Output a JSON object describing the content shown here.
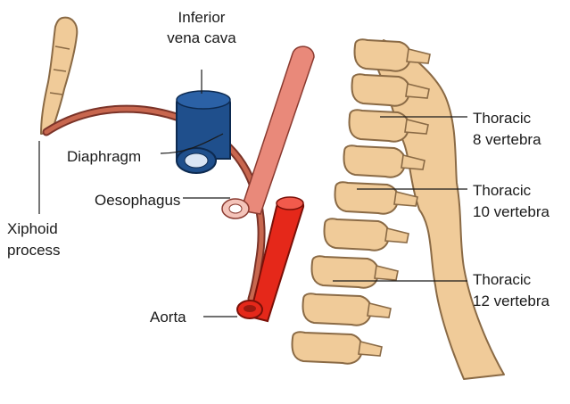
{
  "labels": {
    "inferior_vena_cava_1": "Inferior",
    "inferior_vena_cava_2": "vena cava",
    "diaphragm": "Diaphragm",
    "oesophagus": "Oesophagus",
    "xiphoid_1": "Xiphoid",
    "xiphoid_2": "process",
    "aorta": "Aorta",
    "t8_1": "Thoracic",
    "t8_2": "8 vertebra",
    "t10_1": "Thoracic",
    "t10_2": "10 vertebra",
    "t12_1": "Thoracic",
    "t12_2": "12 vertebra"
  },
  "colors": {
    "bone": "#f0cb99",
    "bone_outline": "#8a6a45",
    "vena_cava": "#1f4f8c",
    "oesophagus": "#e9897a",
    "aorta": "#e5281a",
    "diaphragm": "#b7584a",
    "leader": "#1a1a1a"
  }
}
